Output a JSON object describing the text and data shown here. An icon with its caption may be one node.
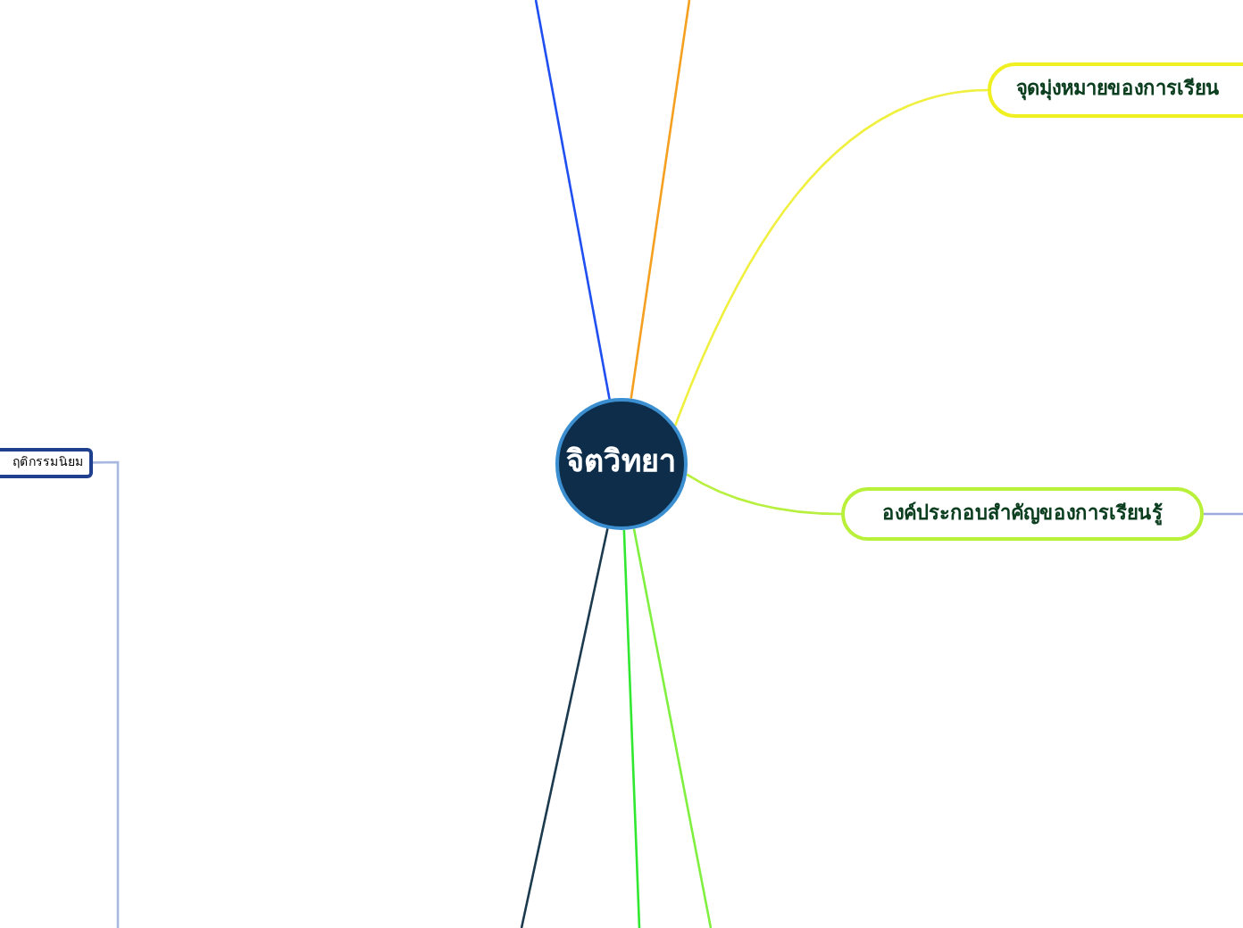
{
  "diagram": {
    "nodes": [
      {
        "text": [
          "จิตวิทยา"
        ]
      },
      {
        "text": [
          "จุดมุ่งหมายของการเรียน"
        ]
      },
      {
        "text": [
          "องค์ประกอบสำคัญของการเรียนรู้"
        ]
      },
      {
        "text": [
          "ฤติกรรมนิยม"
        ]
      }
    ],
    "edges": [
      {
        "from": 0,
        "to": null,
        "arrow": "none",
        "color": "#1f4ff0"
      },
      {
        "from": 0,
        "to": null,
        "arrow": "none",
        "color": "#f5a020"
      },
      {
        "from": 0,
        "to": 1,
        "arrow": "none",
        "color": "#f0f040"
      },
      {
        "from": 0,
        "to": 2,
        "arrow": "none",
        "color": "#b8f040"
      },
      {
        "from": 0,
        "to": null,
        "arrow": "none",
        "color": "#1c3a4e"
      },
      {
        "from": 0,
        "to": null,
        "arrow": "none",
        "color": "#30e830"
      },
      {
        "from": 0,
        "to": null,
        "arrow": "none",
        "color": "#80f040"
      },
      {
        "from": 2,
        "to": null,
        "arrow": "none",
        "color": "#a0a8e0"
      },
      {
        "from": 3,
        "to": null,
        "arrow": "none",
        "color": "#a8b8e0"
      }
    ]
  }
}
